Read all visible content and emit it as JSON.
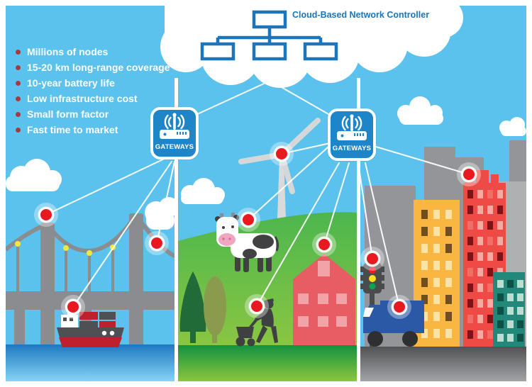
{
  "header": {
    "title": "Cloud-Based Network Controller"
  },
  "features": {
    "items": [
      "Millions of nodes",
      "15-20 km long-range coverage",
      "10-year battery life",
      "Low infrastructure cost",
      "Small form factor",
      "Fast time to market"
    ]
  },
  "gateways": {
    "label": "GATEWAYS",
    "count": 2
  },
  "nodes": {
    "count": 10,
    "locations": [
      "bridge-tower",
      "bridge-cable",
      "cargo-ship",
      "wind-turbine",
      "cow",
      "farm-house",
      "pedestrian-stroller",
      "city-building",
      "traffic-light",
      "delivery-truck"
    ]
  },
  "colors": {
    "sky": "#5bc2ed",
    "cloud_white": "#ffffff",
    "controller_blue": "#1b75bb",
    "gateway_blue": "#1e86c8",
    "node_red": "#e8191f",
    "bullet_red": "#a63a40",
    "connection_line": "#ffffff"
  }
}
